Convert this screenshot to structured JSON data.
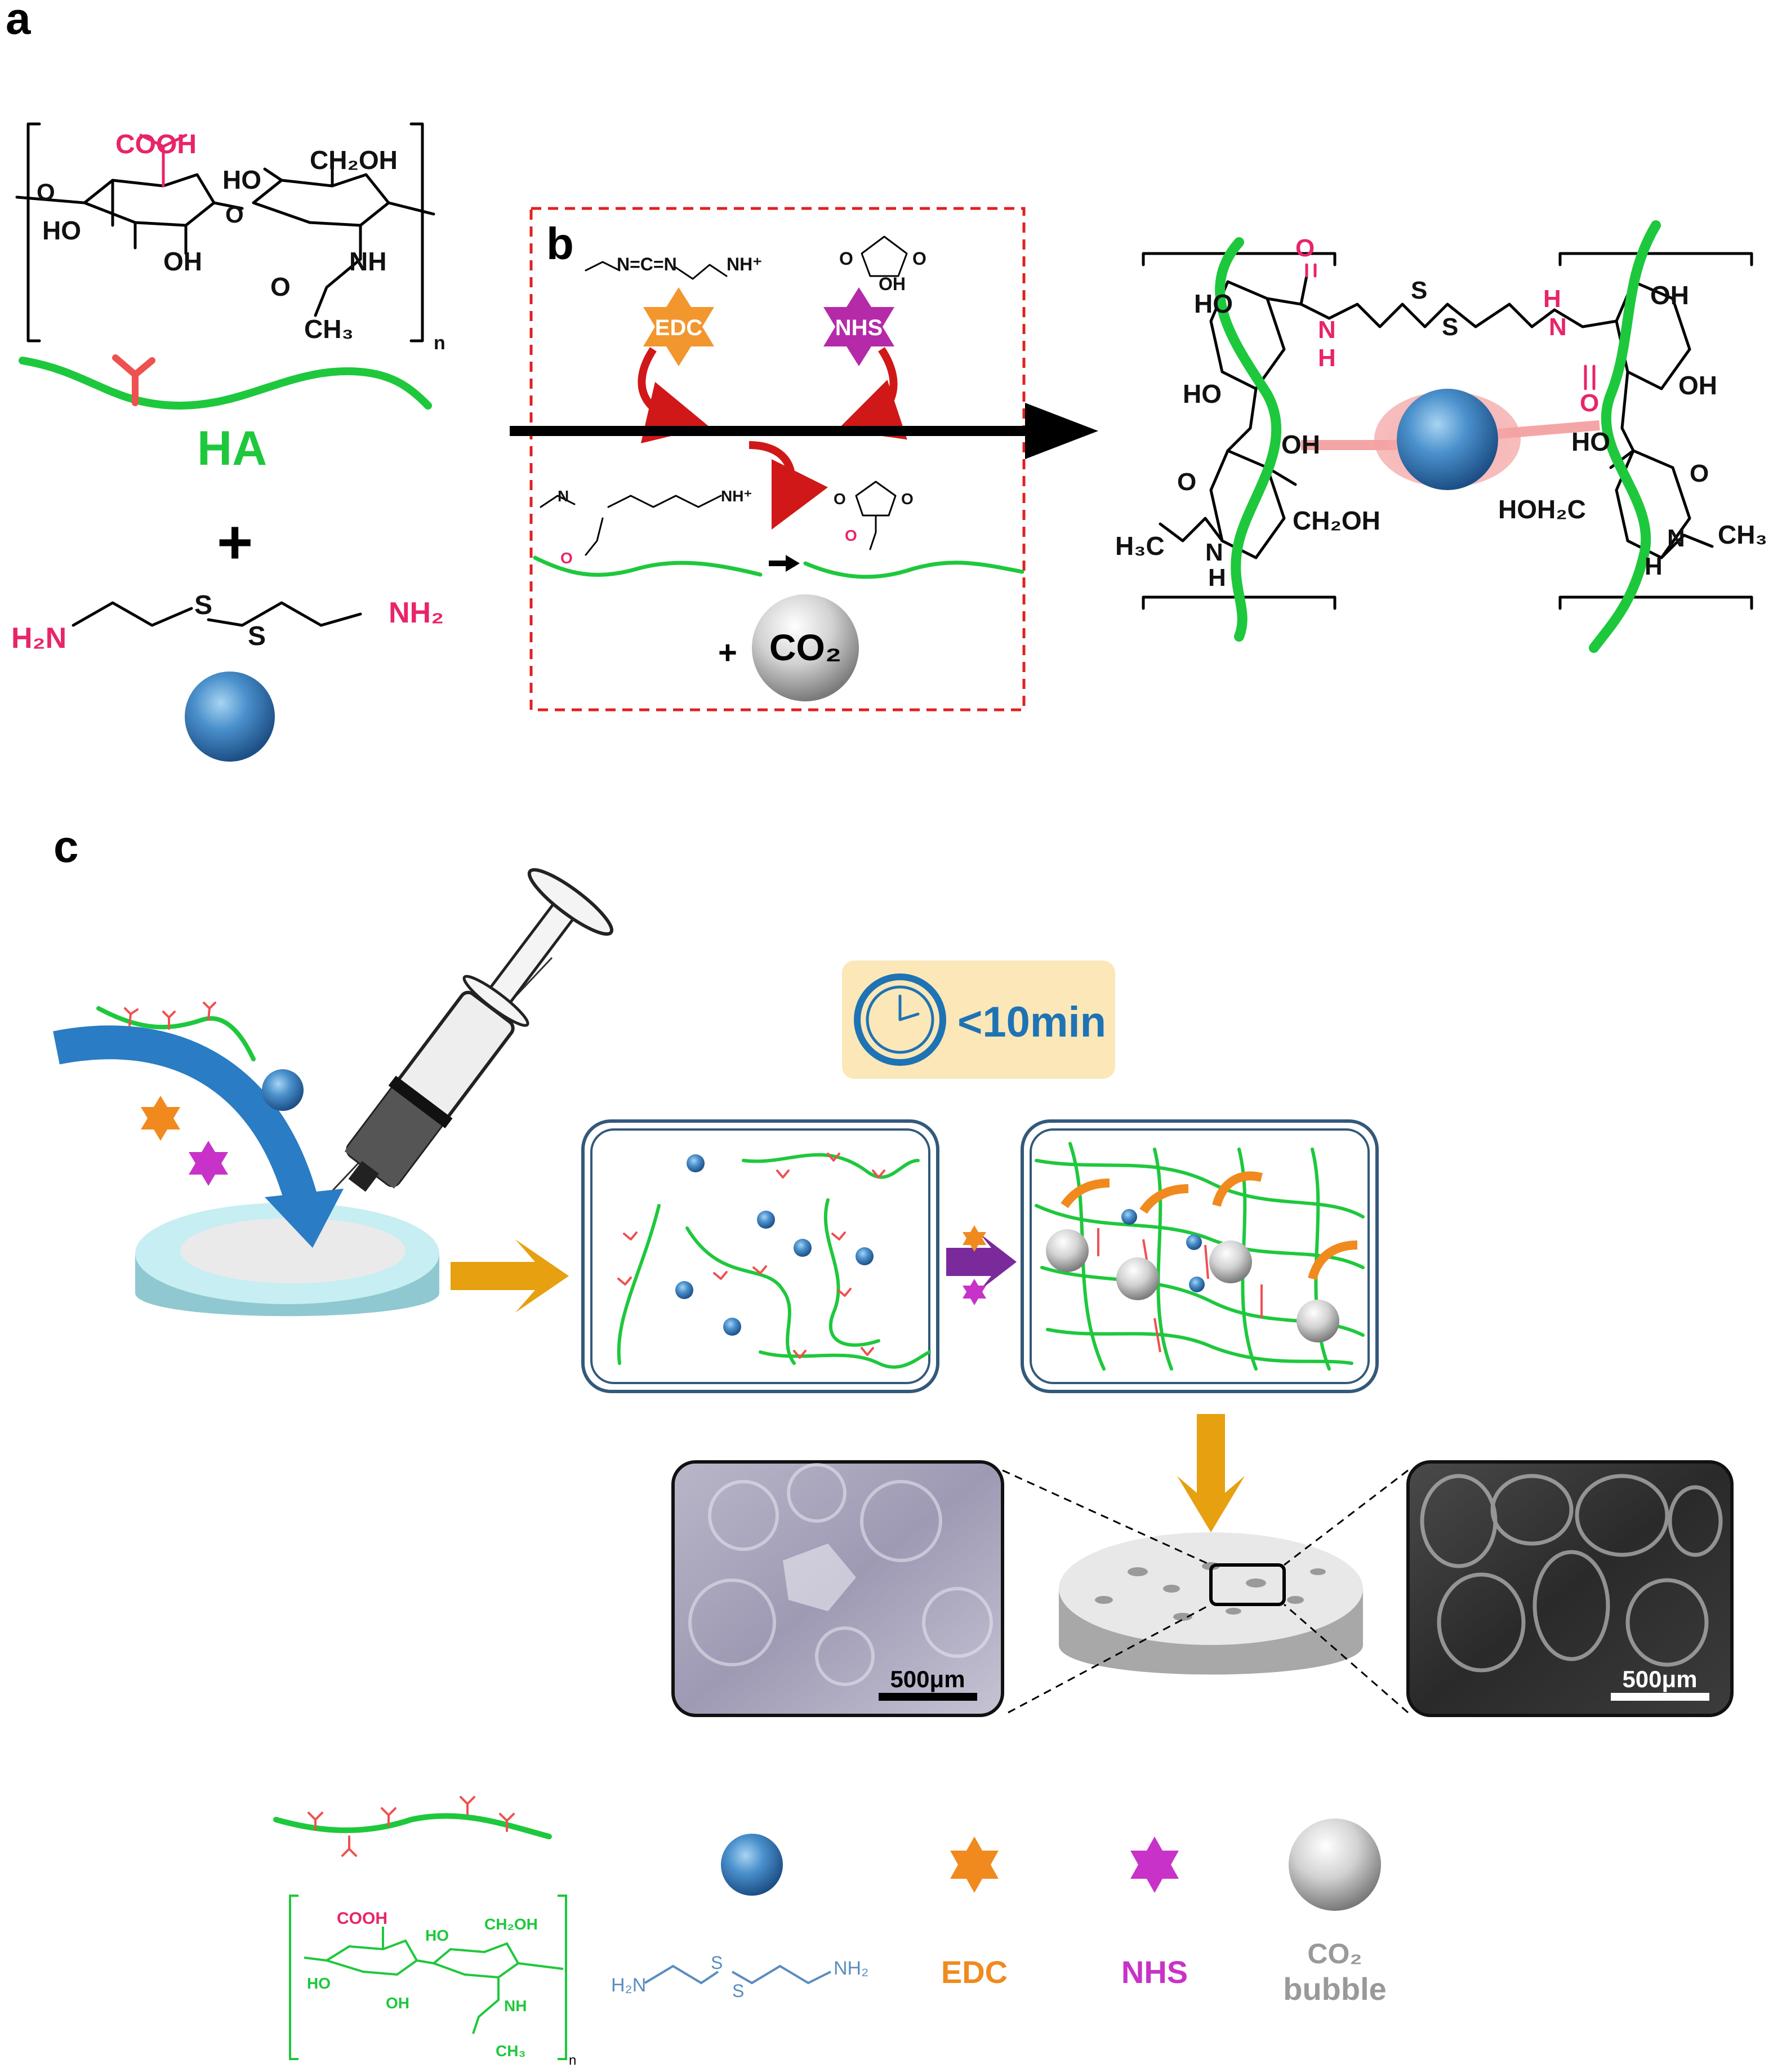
{
  "panels": {
    "a": "a",
    "b": "b",
    "c": "c"
  },
  "panel_a": {
    "cooh": "COOH",
    "ho1": "HO",
    "oh1": "OH",
    "ho2": "HO",
    "ch2oh": "CH₂OH",
    "nh": "NH",
    "ch3": "CH₃",
    "o": "O",
    "n": "n",
    "ha_label": "HA",
    "plus": "+",
    "h2n": "H₂N",
    "nh2": "NH₂",
    "s": "S"
  },
  "panel_b": {
    "edc": "EDC",
    "nhs": "NHS",
    "co2": "CO₂",
    "plus": "+",
    "edc_formula": "N=C=N",
    "nh_plus": "NH⁺",
    "oh": "OH",
    "o": "O",
    "n": "N"
  },
  "product": {
    "ho_left_top": "HO",
    "ho_left_mid": "HO",
    "oh_left": "OH",
    "ch2oh": "CH₂OH",
    "h3c": "H₃C",
    "nh_amide_left": "N",
    "h_amide_left": "H",
    "nh_link_left": "N",
    "h_link_left": "H",
    "s": "S",
    "nh_link_right": "N",
    "h_link_right": "H",
    "oh_right_top": "OH",
    "oh_right_mid": "OH",
    "ho_right": "HO",
    "hoh2c": "HOH₂C",
    "ch3": "CH₃",
    "nh_amide_right": "N",
    "h_amide_right": "H",
    "o": "O"
  },
  "panel_c": {
    "time": "<10min",
    "scale_left": "500μm",
    "scale_right": "500μm"
  },
  "legend": {
    "edc": "EDC",
    "nhs": "NHS",
    "co2": "CO₂",
    "bubble": "bubble",
    "h2n": "H₂N",
    "nh2": "NH₂",
    "s": "S",
    "cooh": "COOH",
    "ho": "HO",
    "oh": "OH",
    "ch2oh": "CH₂OH",
    "nh": "NH",
    "ch3": "CH₃",
    "n": "n"
  },
  "colors": {
    "ha_green": "#1ec83c",
    "carboxyl_pink": "#e8246a",
    "edc_orange": "#f08a1e",
    "nhs_magenta": "#c832c8",
    "clock_blue": "#1e73b4",
    "arrow_gold": "#e6a010",
    "arrow_purple": "#7a2a9a",
    "dashed_red": "#e02020"
  }
}
